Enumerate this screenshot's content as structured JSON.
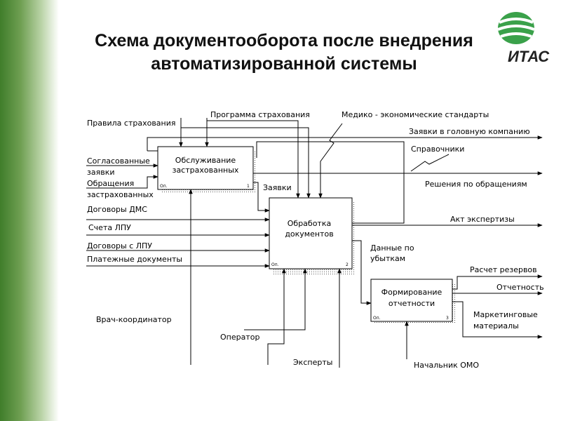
{
  "title": "Схема документооборота после внедрения автоматизированной системы",
  "logo": {
    "text": "ИТАС"
  },
  "boxes": [
    {
      "name": "Обслуживание застрахованных",
      "lines": [
        "Обслуживание",
        "застрахованных"
      ],
      "num": "1"
    },
    {
      "name": "Обработка документов",
      "lines": [
        "Обработка",
        "документов"
      ],
      "num": "2"
    },
    {
      "name": "Формирование отчетности",
      "lines": [
        "Формирование",
        "отчетности"
      ],
      "num": "3"
    }
  ],
  "box_node_label": "Оп.",
  "labels": {
    "pravila": "Правила страхования",
    "programma": "Программа страхования",
    "mediko": "Медико - экономические стандарты",
    "zayavki_golov": "Заявки в головную компанию",
    "sprav": "Справочники",
    "soglas_1": "Согласованные",
    "soglas_2": "заявки",
    "obrash_1": "Обращения",
    "obrash_2": "застрахованных",
    "resheniya": "Решения по обращениям",
    "zayavki": "Заявки",
    "dogovory_dms": "Договоры ДМС",
    "scheta": "Счета ЛПУ",
    "akt": "Акт экспертизы",
    "dogovory_lpu": "Договоры с ЛПУ",
    "platezh": "Платежные документы",
    "dannye_1": "Данные по",
    "dannye_2": "убыткам",
    "raschet": "Расчет резервов",
    "otchetnost": "Отчетность",
    "market_1": "Маркетинговые",
    "market_2": "материалы",
    "vrach": "Врач-координатор",
    "operator": "Оператор",
    "eksperty": "Эксперты",
    "nachalnik": "Начальник ОМО"
  }
}
